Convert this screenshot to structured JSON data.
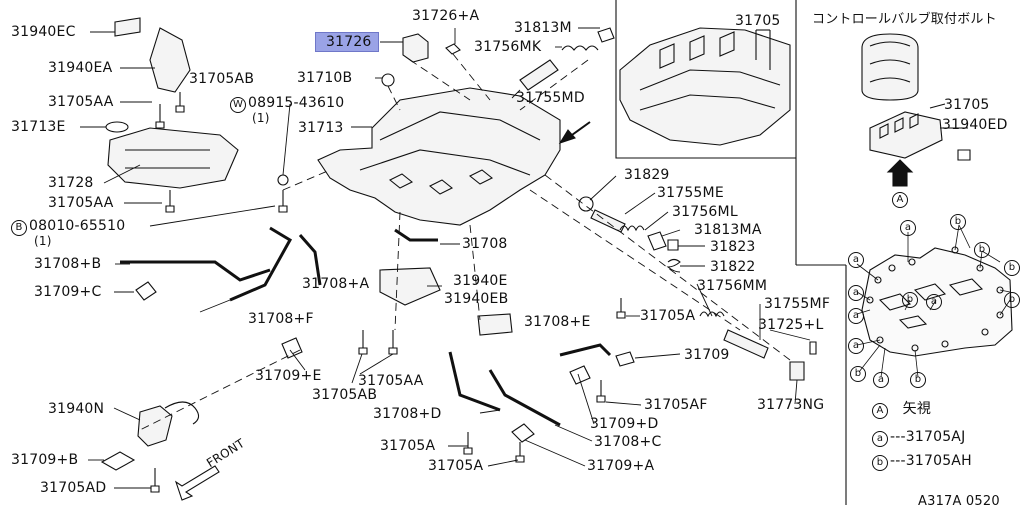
{
  "labels": {
    "31940EC": "31940EC",
    "31940EA": "31940EA",
    "31705AB_top": "31705AB",
    "31705AA_a": "31705AA",
    "31713E": "31713E",
    "31728": "31728",
    "31705AA_b": "31705AA",
    "08010": "08010-65510",
    "08010_qty": "(1)",
    "31708B": "31708+B",
    "31709C": "31709+C",
    "31708F": "31708+F",
    "31709E": "31709+E",
    "31940N": "31940N",
    "31709B": "31709+B",
    "31705AD": "31705AD",
    "front": "FRONT",
    "31726": "31726",
    "31726A": "31726+A",
    "31813M": "31813M",
    "31756MK": "31756MK",
    "31710B": "31710B",
    "08915": "08915-43610",
    "08915_qty": "(1)",
    "31713": "31713",
    "31755MD": "31755MD",
    "31705_box": "31705",
    "31708": "31708",
    "31708A": "31708+A",
    "31940E": "31940E",
    "31940EB": "31940EB",
    "31705AA_c": "31705AA",
    "31705AB_b": "31705AB",
    "31708D": "31708+D",
    "31705A_a": "31705A",
    "31705A_b": "31705A",
    "31708C": "31708+C",
    "31709A": "31709+A",
    "31708E": "31708+E",
    "31709D": "31709+D",
    "31705AF": "31705AF",
    "31709": "31709",
    "31829": "31829",
    "31755ME": "31755ME",
    "31756ML": "31756ML",
    "31813MA": "31813MA",
    "31823": "31823",
    "31822": "31822",
    "31756MM": "31756MM",
    "31755MF": "31755MF",
    "31705A_c": "31705A",
    "31725L": "31725+L",
    "31773NG": "31773NG",
    "bolt_title": "コントロールバルブ取付ボルト",
    "31705_right": "31705",
    "31940ED": "31940ED",
    "view_A": "A",
    "callout_a": "a",
    "callout_b": "b",
    "legend_view": "矢視",
    "legend_a_part": "31705AJ",
    "legend_b_part": "31705AH",
    "dashes": "---",
    "diagram_code": "A317A 0520",
    "W": "W",
    "B": "B"
  }
}
